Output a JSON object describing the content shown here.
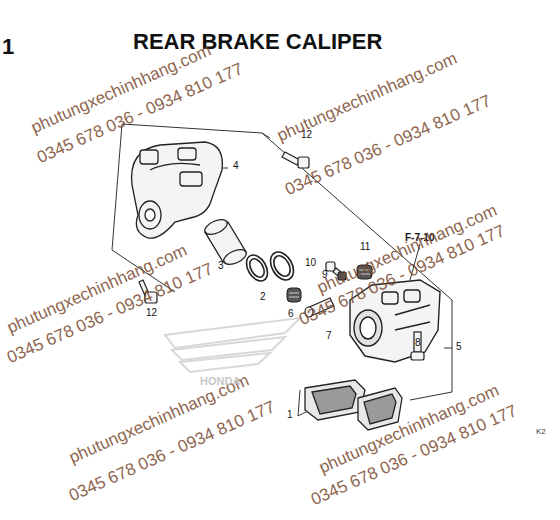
{
  "diagram": {
    "title": "REAR BRAKE CALIPER",
    "labels": [
      "1",
      "12",
      "4",
      "3",
      "2",
      "10",
      "11",
      "9",
      "F-7-10",
      "6",
      "7",
      "8",
      "5",
      "12",
      "1",
      "phutungxechinhhang.com",
      "0345 678 036 - 0934 810 177",
      "phutungxechinhhang.com",
      "0345 678 036 - 0934 810 177",
      "phutungxechinhhang.com",
      "0345 678 036 - 0934 810 177",
      "phutungxechinhhang.com",
      "0345 678 036 - 0934 810 177",
      "phutungxechinhhang.com",
      "0345 678 036 - 0934 810 177",
      "phutungxechinhhang.com",
      "0345 678 036 - 0934 810 177",
      "HONDA",
      "K2"
    ]
  }
}
